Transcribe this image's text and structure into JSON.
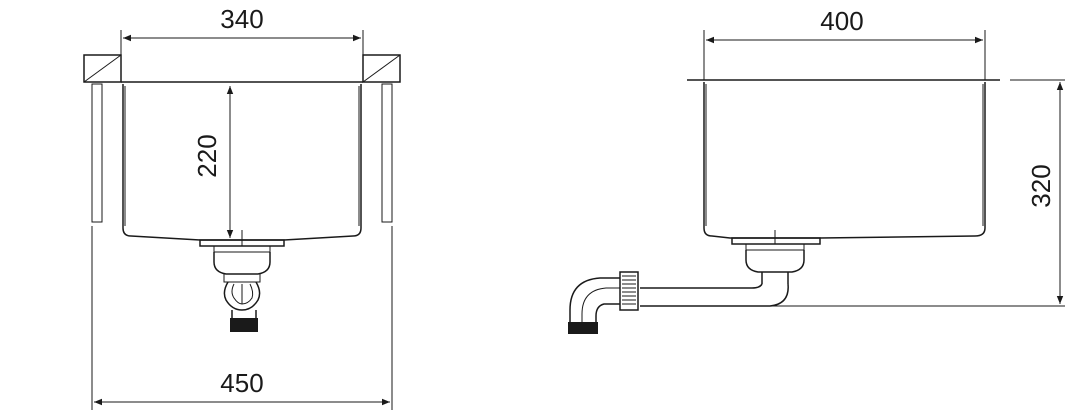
{
  "front_view": {
    "dim_top": "340",
    "dim_bottom": "450",
    "dim_depth": "220"
  },
  "side_view": {
    "dim_top": "400",
    "dim_height": "320"
  },
  "colors": {
    "line": "#1a1a1a",
    "background": "#ffffff"
  }
}
